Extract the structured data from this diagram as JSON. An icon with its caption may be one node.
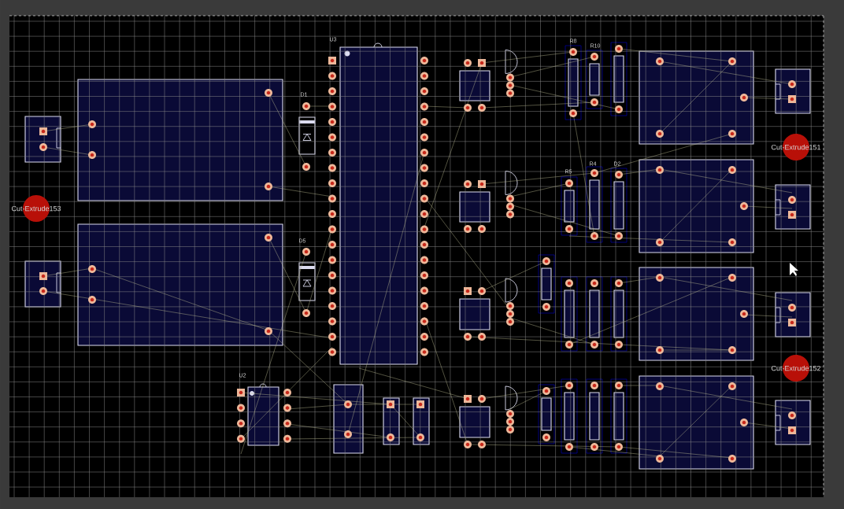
{
  "diagram": {
    "nodes": [
      {
        "text": [
          "Cut-Extrude151"
        ]
      },
      {
        "text": [
          "Cut-Extrude152"
        ]
      },
      {
        "text": [
          "Cut-Extrude153"
        ]
      }
    ],
    "labels": [
      "U3",
      "R8",
      "R10",
      "D1",
      "R4",
      "D2",
      "R5",
      "D5",
      "U2"
    ]
  }
}
